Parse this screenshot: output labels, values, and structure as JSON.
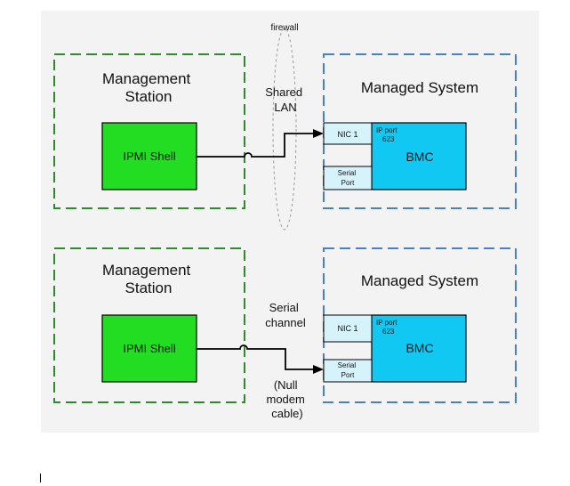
{
  "colors": {
    "panel_bg": "#f3f3f3",
    "station_border": "#2e8b2e",
    "system_border": "#4a7fc1",
    "ipmi_fill": "#22dd22",
    "bmc_fill": "#11c8f2",
    "port_fill": "#d6f3fb",
    "line": "#000000",
    "firewall": "#9a9a9a"
  },
  "top": {
    "firewall_label": "firewall",
    "link_label": [
      "Shared",
      "LAN"
    ],
    "station_title": [
      "Management",
      "Station"
    ],
    "shell_label": "IPMI Shell",
    "system_title": "Managed System",
    "nic_label": "NIC 1",
    "ip_port_label": [
      "IP port",
      "623"
    ],
    "serial_port_label": [
      "Serial",
      "Port"
    ],
    "bmc_label": "BMC"
  },
  "bottom": {
    "link_label": [
      "Serial",
      "channel"
    ],
    "cable_label": [
      "(Null",
      "modem",
      "cable)"
    ],
    "station_title": [
      "Management",
      "Station"
    ],
    "shell_label": "IPMI Shell",
    "system_title": "Managed System",
    "nic_label": "NIC 1",
    "ip_port_label": [
      "IP port",
      "623"
    ],
    "serial_port_label": [
      "Serial",
      "Port"
    ],
    "bmc_label": "BMC"
  }
}
